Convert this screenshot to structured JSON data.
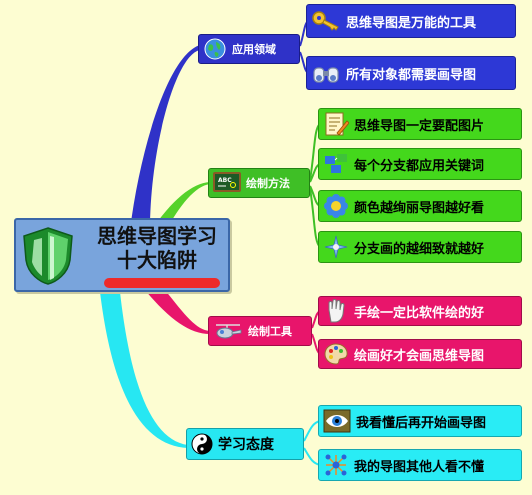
{
  "title": {
    "line1": "思维导图学习",
    "line2": "十大陷阱"
  },
  "branches": [
    {
      "label": "应用领域",
      "icon": "globe-icon",
      "color": "#2f32c8",
      "leaves": [
        {
          "label": "思维导图是万能的工具",
          "icon": "key-icon"
        },
        {
          "label": "所有对象都需要画导图",
          "icon": "binoculars-icon"
        }
      ]
    },
    {
      "label": "绘制方法",
      "icon": "blackboard-icon",
      "color": "#3fbf26",
      "leaves": [
        {
          "label": "思维导图一定要配图片",
          "icon": "notepad-icon"
        },
        {
          "label": "每个分支都应用关键词",
          "icon": "blocks-icon"
        },
        {
          "label": "颜色越绚丽导图越好看",
          "icon": "flower-icon"
        },
        {
          "label": "分支画的越细致就越好",
          "icon": "sparkle-icon"
        }
      ]
    },
    {
      "label": "绘制工具",
      "icon": "helicopter-icon",
      "color": "#e8156b",
      "leaves": [
        {
          "label": "手绘一定比软件绘的好",
          "icon": "glove-icon"
        },
        {
          "label": "绘画好才会画思维导图",
          "icon": "palette-icon"
        }
      ]
    },
    {
      "label": "学习态度",
      "icon": "yin-yang-icon",
      "color": "#27e7f2",
      "leaves": [
        {
          "label": "我看懂后再开始画导图",
          "icon": "eye-icon"
        },
        {
          "label": "我的导图其他人看不懂",
          "icon": "network-icon"
        }
      ]
    }
  ]
}
